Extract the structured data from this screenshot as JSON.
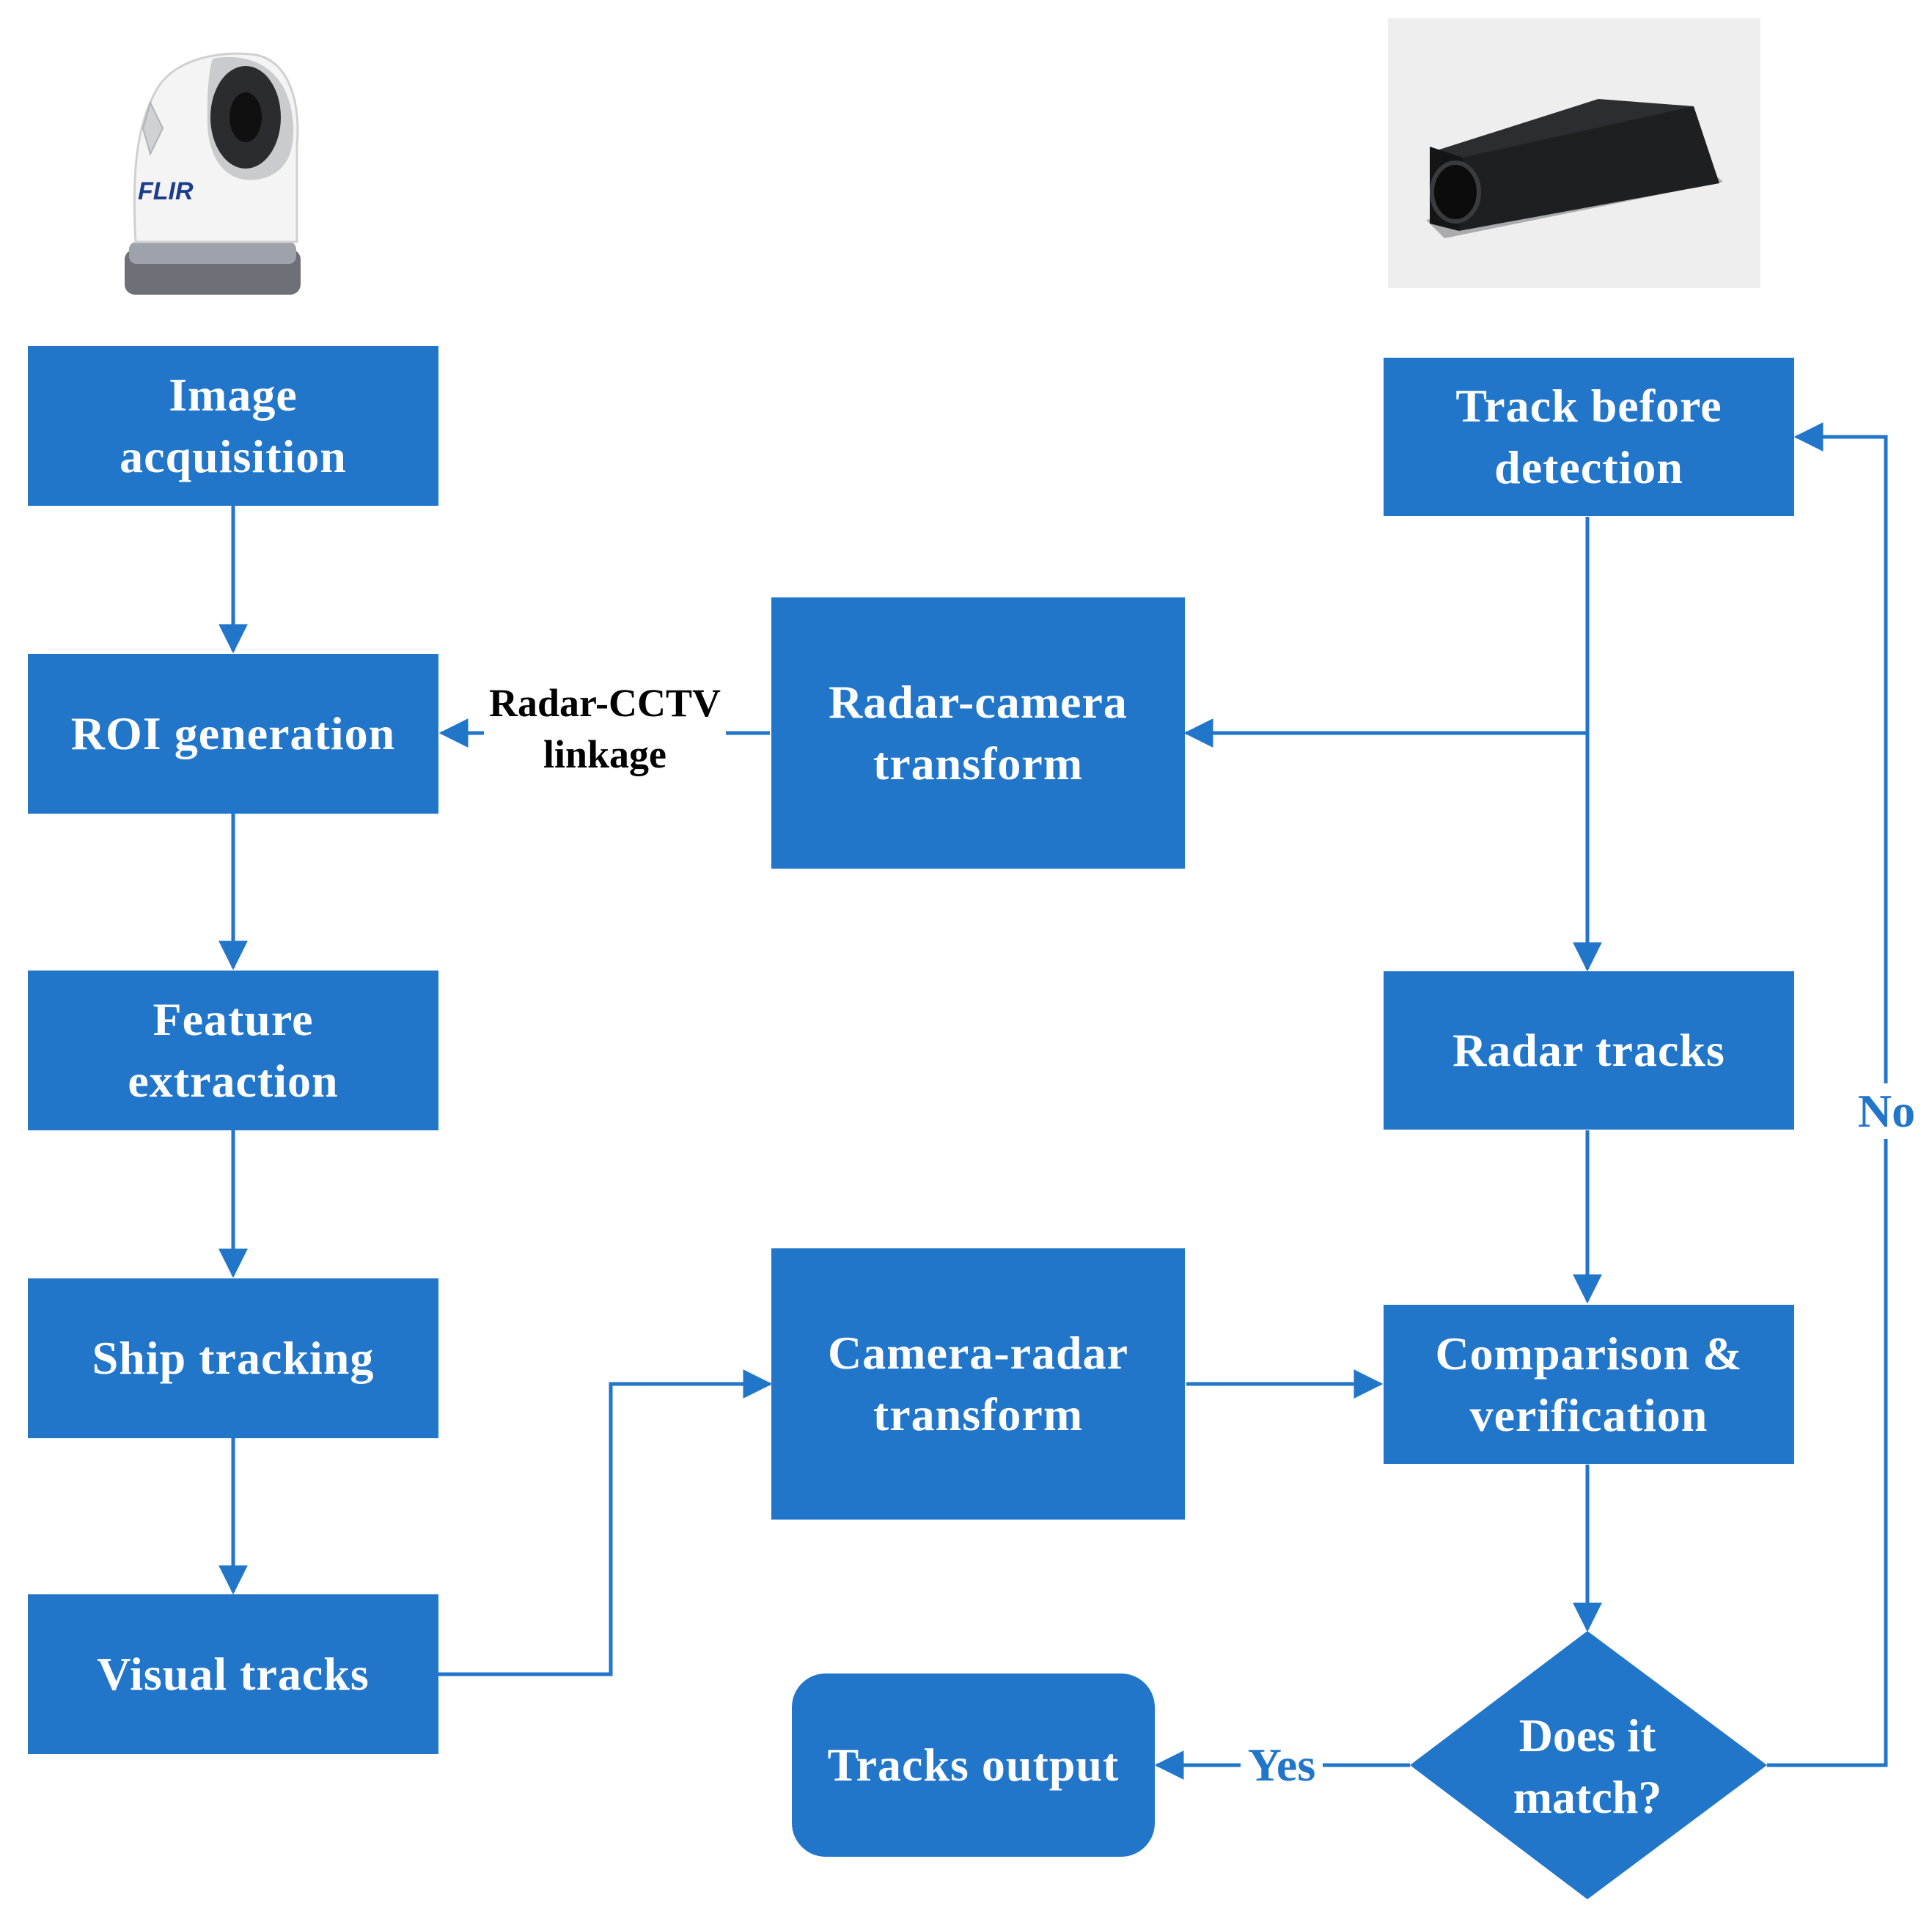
{
  "colors": {
    "box": "#2176CA",
    "line": "#2176CA",
    "text_on_box": "#FFFFFF"
  },
  "images": {
    "camera": {
      "icon": "thermal-camera-icon",
      "brand": "FLIR"
    },
    "radar": {
      "icon": "radar-sensor-icon"
    }
  },
  "nodes": {
    "image_acquisition": "Image\nacquisition",
    "roi_generation": "ROI generation",
    "feature_extraction": "Feature\nextraction",
    "ship_tracking": "Ship tracking",
    "visual_tracks": "Visual tracks",
    "radar_camera_transform": "Radar-camera\ntransform",
    "camera_radar_transform": "Camera-radar\ntransform",
    "track_before_detection": "Track before\ndetection",
    "radar_tracks": "Radar tracks",
    "comparison_verification": "Comparison &\nverification",
    "does_it_match": "Does it\nmatch?",
    "tracks_output": "Tracks output"
  },
  "edge_labels": {
    "linkage": "Radar-CCTV\nlinkage",
    "yes": "Yes",
    "no": "No"
  }
}
